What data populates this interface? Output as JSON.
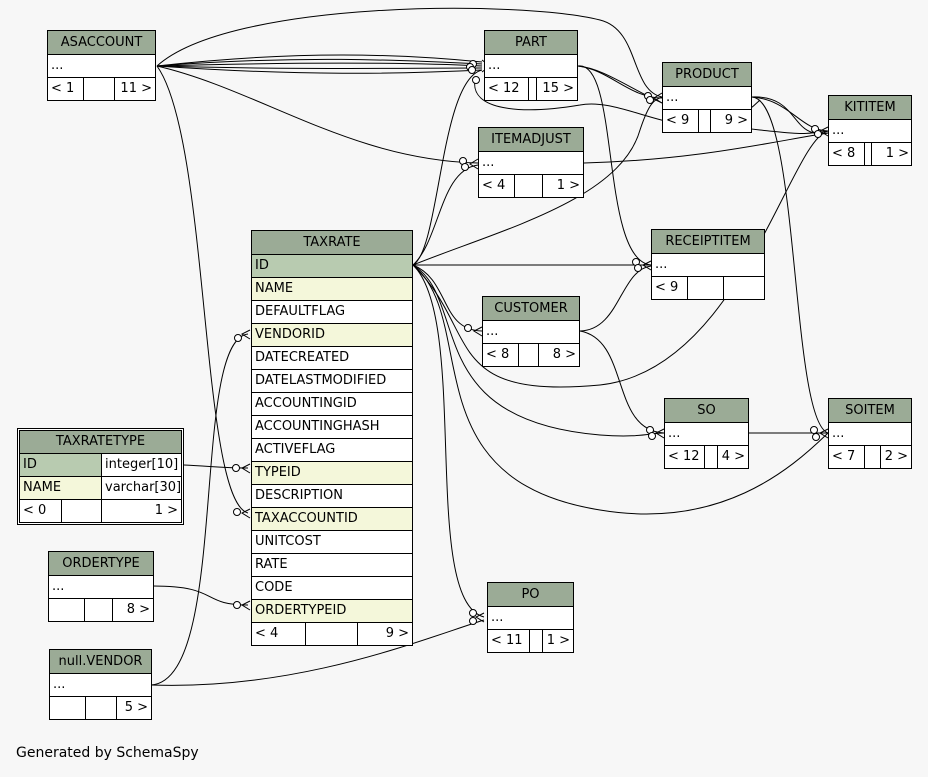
{
  "tables": {
    "asaccount": {
      "name": "ASACCOUNT",
      "col": "...",
      "left": "< 1",
      "mid": "",
      "right": "11 >"
    },
    "part": {
      "name": "PART",
      "col": "...",
      "left": "< 12",
      "mid": "",
      "right": "15 >"
    },
    "product": {
      "name": "PRODUCT",
      "col": "...",
      "left": "< 9",
      "mid": "",
      "right": "9 >"
    },
    "kititem": {
      "name": "KITITEM",
      "col": "...",
      "left": "< 8",
      "mid": "",
      "right": "1 >"
    },
    "itemadjust": {
      "name": "ITEMADJUST",
      "col": "...",
      "left": "< 4",
      "mid": "",
      "right": "1 >"
    },
    "receiptitem": {
      "name": "RECEIPTITEM",
      "col": "...",
      "left": "< 9",
      "mid": "",
      "right": ""
    },
    "customer": {
      "name": "CUSTOMER",
      "col": "...",
      "left": "< 8",
      "mid": "",
      "right": "8 >"
    },
    "so": {
      "name": "SO",
      "col": "...",
      "left": "< 12",
      "mid": "",
      "right": "4 >"
    },
    "soitem": {
      "name": "SOITEM",
      "col": "...",
      "left": "< 7",
      "mid": "",
      "right": "2 >"
    },
    "po": {
      "name": "PO",
      "col": "...",
      "left": "< 11",
      "mid": "",
      "right": "1 >"
    },
    "ordertype": {
      "name": "ORDERTYPE",
      "col": "...",
      "left": "",
      "mid": "",
      "right": "8 >"
    },
    "vendor": {
      "name": "null.VENDOR",
      "col": "...",
      "left": "",
      "mid": "",
      "right": "5 >"
    }
  },
  "taxrate": {
    "name": "TAXRATE",
    "columns": [
      "ID",
      "NAME",
      "DEFAULTFLAG",
      "VENDORID",
      "DATECREATED",
      "DATELASTMODIFIED",
      "ACCOUNTINGID",
      "ACCOUNTINGHASH",
      "ACTIVEFLAG",
      "TYPEID",
      "DESCRIPTION",
      "TAXACCOUNTID",
      "UNITCOST",
      "RATE",
      "CODE",
      "ORDERTYPEID"
    ],
    "left": "< 4",
    "mid": "",
    "right": "9 >"
  },
  "taxratetype": {
    "name": "TAXRATETYPE",
    "rows": [
      {
        "col": "ID",
        "type": "integer[10]"
      },
      {
        "col": "NAME",
        "type": "varchar[30]"
      }
    ],
    "left": "< 0",
    "mid": "",
    "right": "1 >"
  },
  "credit": "Generated by SchemaSpy"
}
